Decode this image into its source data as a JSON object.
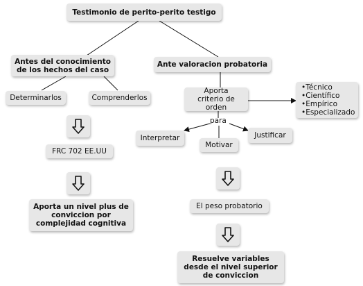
{
  "title": "Testimonio de perito-perito testigo",
  "left": {
    "main": "Antes del conocimiento de los hechos del caso",
    "child_1": "Determinarlos",
    "child_2": "Comprenderlos",
    "result_1": "FRC 702 EE.UU",
    "result_2": "Aporta un nivel plus de conviccion por complejidad cognitiva"
  },
  "right": {
    "main": "Ante valoracion probatoria",
    "criterio": "Aporta criterio de orden",
    "types": [
      "Técnico",
      "Científico",
      "Empírico",
      "Especializado"
    ],
    "edge_label": "para",
    "purpose_1": "Interpretar",
    "purpose_2": "Motivar",
    "purpose_3": "Justificar",
    "result_1": "El peso probatorio",
    "result_2": "Resuelve variables desde el nivel superior de conviccion"
  },
  "colors": {
    "node_fill": "#e7e7e7",
    "line": "#111111"
  }
}
